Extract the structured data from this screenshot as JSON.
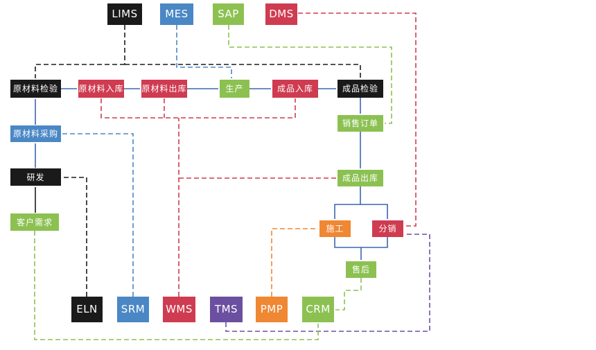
{
  "diagram_title": "",
  "colors": {
    "black": "#1a1a1a",
    "red": "#cf3b50",
    "blue": "#4a87c5",
    "green": "#8cc152",
    "orange": "#ef8733",
    "purple": "#6b4fa0",
    "flow_arrow": "#3a66b0",
    "background": "#ffffff"
  },
  "nodes": {
    "lims": {
      "label": "LIMS",
      "color": "black",
      "type": "system"
    },
    "mes": {
      "label": "MES",
      "color": "blue",
      "type": "system"
    },
    "sap": {
      "label": "SAP",
      "color": "green",
      "type": "system"
    },
    "dms": {
      "label": "DMS",
      "color": "red",
      "type": "system"
    },
    "raw_inspection": {
      "label": "原材料检验",
      "color": "black",
      "type": "process"
    },
    "raw_inbound": {
      "label": "原材料入库",
      "color": "red",
      "type": "process"
    },
    "raw_outbound": {
      "label": "原材料出库",
      "color": "red",
      "type": "process"
    },
    "production": {
      "label": "生产",
      "color": "green",
      "type": "process"
    },
    "finished_inbound": {
      "label": "成品入库",
      "color": "red",
      "type": "process"
    },
    "finished_inspection": {
      "label": "成品检验",
      "color": "black",
      "type": "process"
    },
    "sales_order": {
      "label": "销售订单",
      "color": "green",
      "type": "process"
    },
    "finished_outbound": {
      "label": "成品出库",
      "color": "green",
      "type": "process"
    },
    "construction": {
      "label": "施工",
      "color": "orange",
      "type": "process"
    },
    "distribution": {
      "label": "分销",
      "color": "red",
      "type": "process"
    },
    "after_sales": {
      "label": "售后",
      "color": "green",
      "type": "process"
    },
    "raw_procurement": {
      "label": "原材料采购",
      "color": "blue",
      "type": "process"
    },
    "rnd": {
      "label": "研发",
      "color": "black",
      "type": "process"
    },
    "customer_demand": {
      "label": "客户需求",
      "color": "green",
      "type": "process"
    },
    "eln": {
      "label": "ELN",
      "color": "black",
      "type": "system"
    },
    "srm": {
      "label": "SRM",
      "color": "blue",
      "type": "system"
    },
    "wms": {
      "label": "WMS",
      "color": "red",
      "type": "system"
    },
    "tms": {
      "label": "TMS",
      "color": "purple",
      "type": "system"
    },
    "pmp": {
      "label": "PMP",
      "color": "orange",
      "type": "system"
    },
    "crm": {
      "label": "CRM",
      "color": "green",
      "type": "system"
    }
  },
  "edges": [
    {
      "from": "raw_inspection",
      "to": "raw_inbound",
      "style": "solid",
      "color": "flow_arrow"
    },
    {
      "from": "raw_inbound",
      "to": "raw_outbound",
      "style": "solid",
      "color": "flow_arrow"
    },
    {
      "from": "raw_outbound",
      "to": "production",
      "style": "solid",
      "color": "flow_arrow"
    },
    {
      "from": "production",
      "to": "finished_inbound",
      "style": "solid",
      "color": "flow_arrow"
    },
    {
      "from": "finished_inbound",
      "to": "finished_inspection",
      "style": "solid",
      "color": "flow_arrow"
    },
    {
      "from": "finished_inspection",
      "to": "sales_order",
      "style": "solid",
      "color": "flow_arrow"
    },
    {
      "from": "sales_order",
      "to": "finished_outbound",
      "style": "solid",
      "color": "flow_arrow"
    },
    {
      "from": "finished_outbound",
      "to": "construction",
      "style": "solid",
      "color": "flow_arrow"
    },
    {
      "from": "finished_outbound",
      "to": "distribution",
      "style": "solid",
      "color": "flow_arrow"
    },
    {
      "from": "construction",
      "to": "after_sales",
      "style": "solid",
      "color": "flow_arrow"
    },
    {
      "from": "distribution",
      "to": "after_sales",
      "style": "solid",
      "color": "flow_arrow"
    },
    {
      "from": "raw_procurement",
      "to": "raw_inspection",
      "style": "solid",
      "color": "flow_arrow"
    },
    {
      "from": "rnd",
      "to": "raw_procurement",
      "style": "solid",
      "color": "flow_arrow"
    },
    {
      "from": "customer_demand",
      "to": "rnd",
      "style": "solid",
      "color": "black"
    },
    {
      "from": "lims",
      "to": "raw_inspection",
      "style": "dashed",
      "color": "black"
    },
    {
      "from": "lims",
      "to": "finished_inspection",
      "style": "dashed",
      "color": "black"
    },
    {
      "from": "mes",
      "to": "production",
      "style": "dashed",
      "color": "blue"
    },
    {
      "from": "sap",
      "to": "sales_order",
      "style": "dashed",
      "color": "green"
    },
    {
      "from": "dms",
      "to": "distribution",
      "style": "dashed",
      "color": "red"
    },
    {
      "from": "wms",
      "to": "raw_inbound",
      "style": "dashed",
      "color": "red"
    },
    {
      "from": "wms",
      "to": "raw_outbound",
      "style": "dashed",
      "color": "red"
    },
    {
      "from": "wms",
      "to": "finished_inbound",
      "style": "dashed",
      "color": "red"
    },
    {
      "from": "wms",
      "to": "finished_outbound",
      "style": "dashed",
      "color": "red"
    },
    {
      "from": "srm",
      "to": "raw_procurement",
      "style": "dashed",
      "color": "blue"
    },
    {
      "from": "eln",
      "to": "rnd",
      "style": "dashed",
      "color": "black"
    },
    {
      "from": "tms",
      "to": "distribution",
      "style": "dashed",
      "color": "purple"
    },
    {
      "from": "pmp",
      "to": "construction",
      "style": "dashed",
      "color": "orange"
    },
    {
      "from": "crm",
      "to": "after_sales",
      "style": "dashed",
      "color": "green"
    },
    {
      "from": "customer_demand",
      "to": "crm",
      "style": "dashed",
      "color": "green"
    }
  ]
}
